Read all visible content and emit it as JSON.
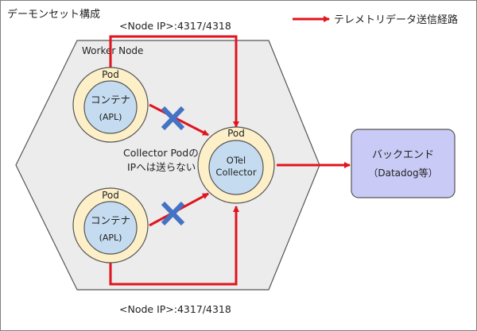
{
  "title": "デーモンセット構成",
  "legend": {
    "label": "テレメトリデータ送信経路",
    "color": "#e0141e"
  },
  "node": {
    "label": "Worker Node"
  },
  "port_top": "<Node IP>:4317/4318",
  "port_bottom": "<Node IP>:4317/4318",
  "pods": [
    {
      "pod_label": "Pod",
      "line1": "コンテナ",
      "line2": "(APL)"
    },
    {
      "pod_label": "Pod",
      "line1": "コンテナ",
      "line2": "(APL)"
    }
  ],
  "collector": {
    "pod_label": "Pod",
    "line1": "OTel",
    "line2": "Collector"
  },
  "note": {
    "line1": "Collector Podの",
    "line2": "IPへは送らない"
  },
  "backend": {
    "line1": "バックエンド",
    "line2": "（Datadog等）"
  },
  "colors": {
    "arrow": "#e0141e",
    "hexagon_fill": "#ececec",
    "pod_ring": "#fdf0c8",
    "container_fill": "#c5dcf0",
    "backend_fill": "#c9caf5",
    "cross": "#4472c4"
  }
}
